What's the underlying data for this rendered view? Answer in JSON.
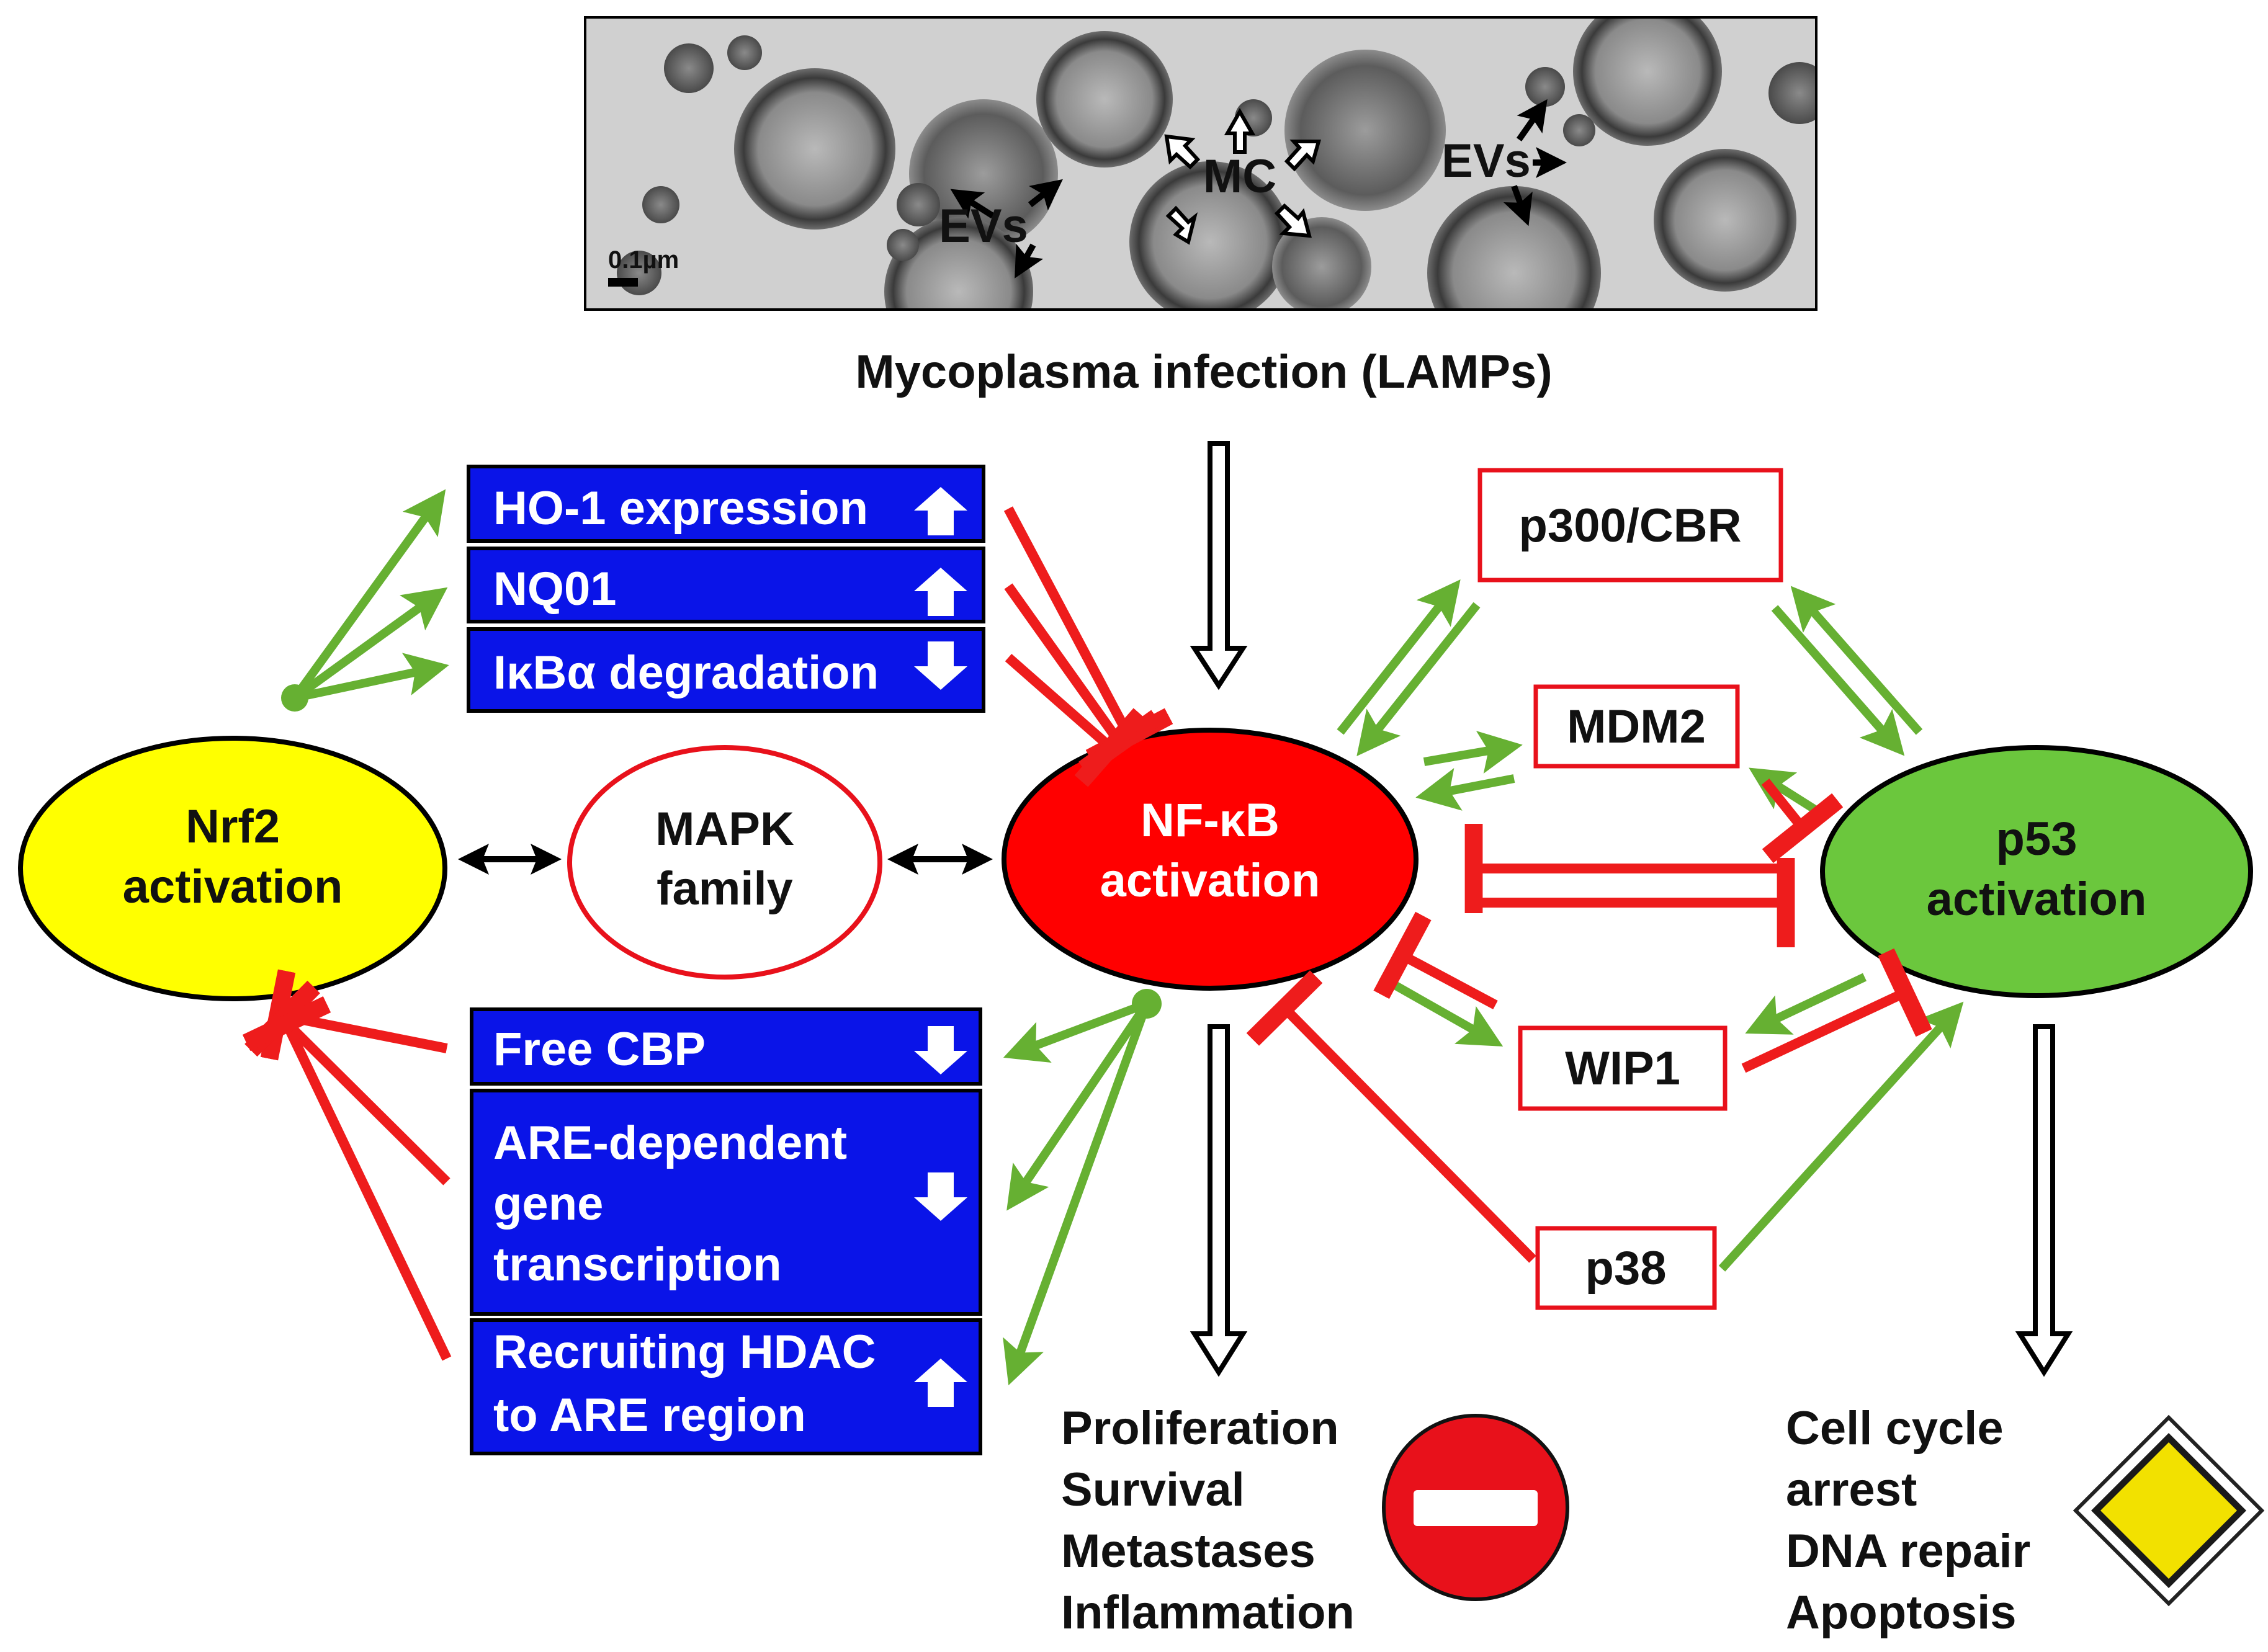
{
  "micrograph": {
    "evs_left": "EVs",
    "mc": "MC",
    "evs_right": "EVs",
    "scale": "0.1µm"
  },
  "infection_label": "Mycoplasma infection (LAMPs)",
  "nodes": {
    "nrf2": [
      "Nrf2",
      "activation"
    ],
    "mapk": [
      "MAPK",
      "family"
    ],
    "nfkb": [
      "NF-κB",
      "activation"
    ],
    "p53": [
      "p53",
      "activation"
    ],
    "p300": "p300/CBR",
    "mdm2": "MDM2",
    "wip1": "WIP1",
    "p38": "p38"
  },
  "top_boxes": [
    {
      "label": "HO-1 expression",
      "arrow": "up"
    },
    {
      "label": "NQ01",
      "arrow": "up"
    },
    {
      "label": "IκBα degradation",
      "arrow": "down"
    }
  ],
  "bottom_boxes": [
    {
      "lines": [
        "Free CBP"
      ],
      "arrow": "down"
    },
    {
      "lines": [
        "ARE-dependent",
        "gene",
        "transcription"
      ],
      "arrow": "down"
    },
    {
      "lines": [
        "Recruiting HDAC",
        "to ARE region"
      ],
      "arrow": "up"
    }
  ],
  "outcomes": {
    "nfkb": [
      "Proliferation",
      "Survival",
      "Metastases",
      "Inflammation"
    ],
    "p53": [
      "Cell cycle",
      "arrest",
      "DNA repair",
      "Apoptosis"
    ]
  },
  "signs": {
    "nfkb": "no-entry-sign-icon",
    "p53": "priority-road-sign-icon"
  },
  "colors": {
    "activation": "#66b032",
    "inhibition": "#ee1c1c",
    "box_fill": "#0a14e8",
    "nrf2_fill": "#ffff00",
    "nfkb_fill": "#ff0000",
    "p53_fill": "#6bc73d",
    "outline_red": "#e8111b"
  }
}
